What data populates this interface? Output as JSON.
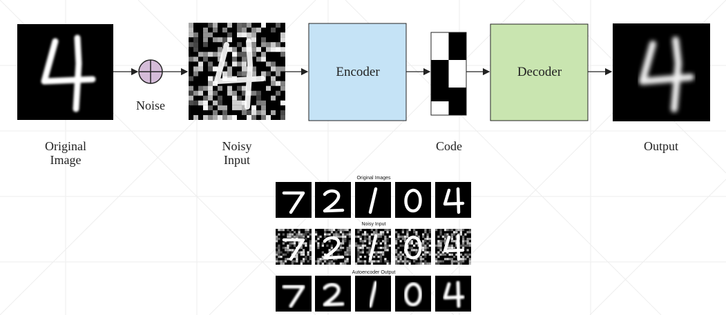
{
  "diagram": {
    "original_image_label": [
      "Original",
      "Image"
    ],
    "noise_label": "Noise",
    "noisy_input_label": [
      "Noisy",
      "Input"
    ],
    "encoder_label": "Encoder",
    "code_label": "Code",
    "decoder_label": "Decoder",
    "output_label": "Output",
    "digit": "4",
    "code_pattern": [
      "W",
      "B",
      "W",
      "B",
      "B",
      "W",
      "B",
      "W",
      "B",
      "B",
      "W",
      "B"
    ],
    "colors": {
      "encoder": "#c5e3f6",
      "decoder": "#c9e5b0",
      "noise": "#d4bcd8",
      "arrow": "#222222",
      "image_bg": "#000000"
    }
  },
  "examples": {
    "rows": [
      {
        "title": "Original Images"
      },
      {
        "title": "Noisy Input"
      },
      {
        "title": "Autoencoder Output"
      }
    ],
    "digits": [
      "7",
      "2",
      "1",
      "0",
      "4"
    ]
  }
}
